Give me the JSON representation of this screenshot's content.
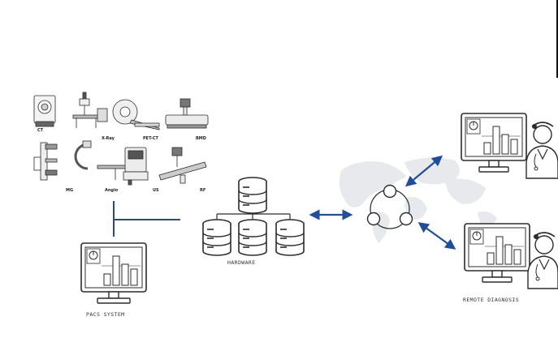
{
  "modalities": [
    {
      "id": "ct",
      "label": "CT",
      "icon": "ct-scanner-icon"
    },
    {
      "id": "xray",
      "label": "X-Ray",
      "icon": "xray-machine-icon"
    },
    {
      "id": "petct",
      "label": "PET-CT",
      "icon": "pet-ct-scanner-icon"
    },
    {
      "id": "bmd",
      "label": "BMD",
      "icon": "bone-densitometer-icon"
    },
    {
      "id": "mg",
      "label": "MG",
      "icon": "mammography-icon"
    },
    {
      "id": "angio",
      "label": "Angio",
      "icon": "angiography-c-arm-icon"
    },
    {
      "id": "us",
      "label": "US",
      "icon": "ultrasound-icon"
    },
    {
      "id": "rf",
      "label": "RF",
      "icon": "fluoroscopy-table-icon"
    }
  ],
  "captions": {
    "pacs": "PACS SYSTEM",
    "hardware": "HARDWARE",
    "remote": "REMOTE DIAGNOSIS"
  },
  "colors": {
    "arrow": "#1f4e9a",
    "line": "#2a4a80",
    "outline": "#2b2b2b",
    "map": "#e7e9ec"
  }
}
